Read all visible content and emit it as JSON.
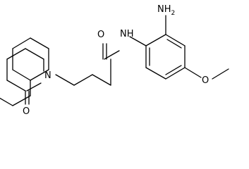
{
  "structure": {
    "atoms": [
      {
        "id": "o_carbonyl_amide",
        "label": "O"
      },
      {
        "id": "n_amide",
        "label": "NH"
      },
      {
        "id": "n_amine",
        "label": "NH",
        "subscript": "2"
      },
      {
        "id": "o_methoxy",
        "label": "O"
      },
      {
        "id": "n_ring",
        "label": "N"
      },
      {
        "id": "o_lactam",
        "label": "O"
      }
    ]
  }
}
